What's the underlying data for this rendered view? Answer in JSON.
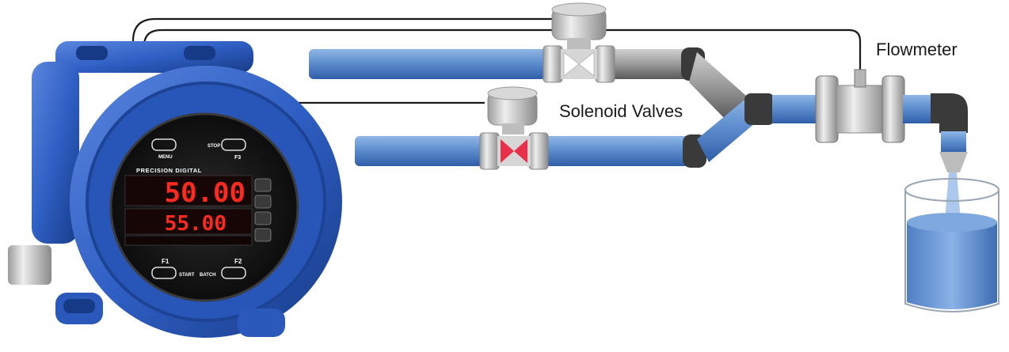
{
  "labels": {
    "flowmeter": "Flowmeter",
    "solenoid_valves": "Solenoid Valves"
  },
  "meter": {
    "brand": "PRECISION DIGITAL",
    "display_top": "50.00",
    "display_bottom": "55.00",
    "buttons": {
      "menu": "MENU",
      "stop": "STOP",
      "f3": "F3",
      "f1": "F1",
      "f2": "F2",
      "start": "START",
      "batch": "BATCH"
    }
  },
  "colors": {
    "housing_blue": "#2f5fc4",
    "pipe_blue": "#5f8fcf",
    "pipe_gray": "#8a8a8a",
    "valve_open": "#ffffff",
    "valve_closed": "#e8304a",
    "display_red": "#ff2a1f",
    "water": "#6f9fd8"
  }
}
